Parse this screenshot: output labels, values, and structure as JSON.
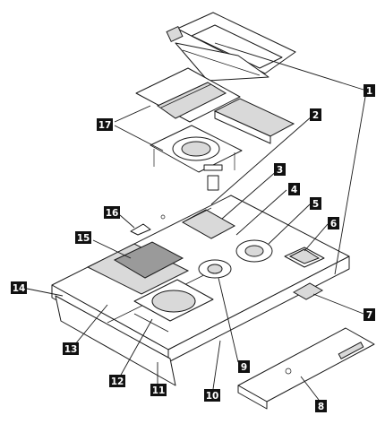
{
  "colors": {
    "callout_bg": "#111111",
    "callout_fg": "#ffffff",
    "line": "#1a1a1a",
    "shade": "#d9d9d9"
  },
  "callouts": [
    "1",
    "2",
    "3",
    "4",
    "5",
    "6",
    "7",
    "8",
    "9",
    "10",
    "11",
    "12",
    "13",
    "14",
    "15",
    "16",
    "17"
  ]
}
